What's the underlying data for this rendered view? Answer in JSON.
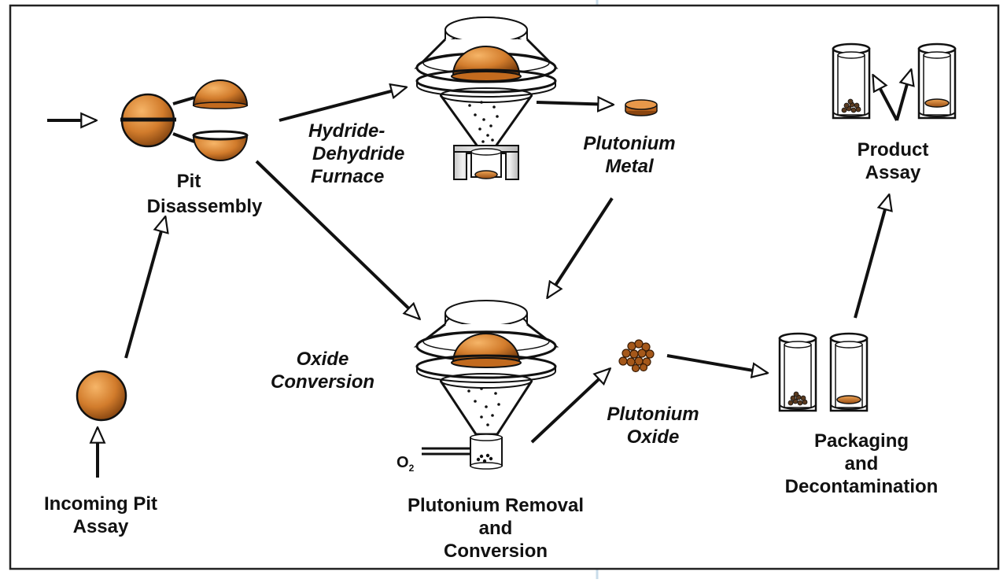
{
  "labels": {
    "pit_disassembly": [
      "Pit",
      "Disassembly"
    ],
    "hydride_furnace": [
      "Hydride-",
      "Dehydride",
      "Furnace"
    ],
    "plutonium_metal": [
      "Plutonium",
      "Metal"
    ],
    "product_assay": [
      "Product",
      "Assay"
    ],
    "oxide_conversion": [
      "Oxide",
      "Conversion"
    ],
    "plutonium_oxide": [
      "Plutonium",
      "Oxide"
    ],
    "packaging": [
      "Packaging",
      "and",
      "Decontamination"
    ],
    "incoming_pit_assay": [
      "Incoming Pit",
      "Assay"
    ],
    "removal_conversion": [
      "Plutonium Removal",
      "and",
      "Conversion"
    ],
    "o2": "O",
    "o2_sub": "2"
  },
  "colors": {
    "plutonium": "#d07a2a",
    "plutonium_light": "#f2aa5a",
    "plutonium_dark": "#8a4510",
    "line": "#111111",
    "border": "#222222",
    "guide": "#c9dcea"
  },
  "icons": [
    "pit-sphere-icon",
    "hemisphere-icon",
    "furnace-icon",
    "metal-button-icon",
    "canister-icon",
    "oxide-pellets-icon"
  ]
}
